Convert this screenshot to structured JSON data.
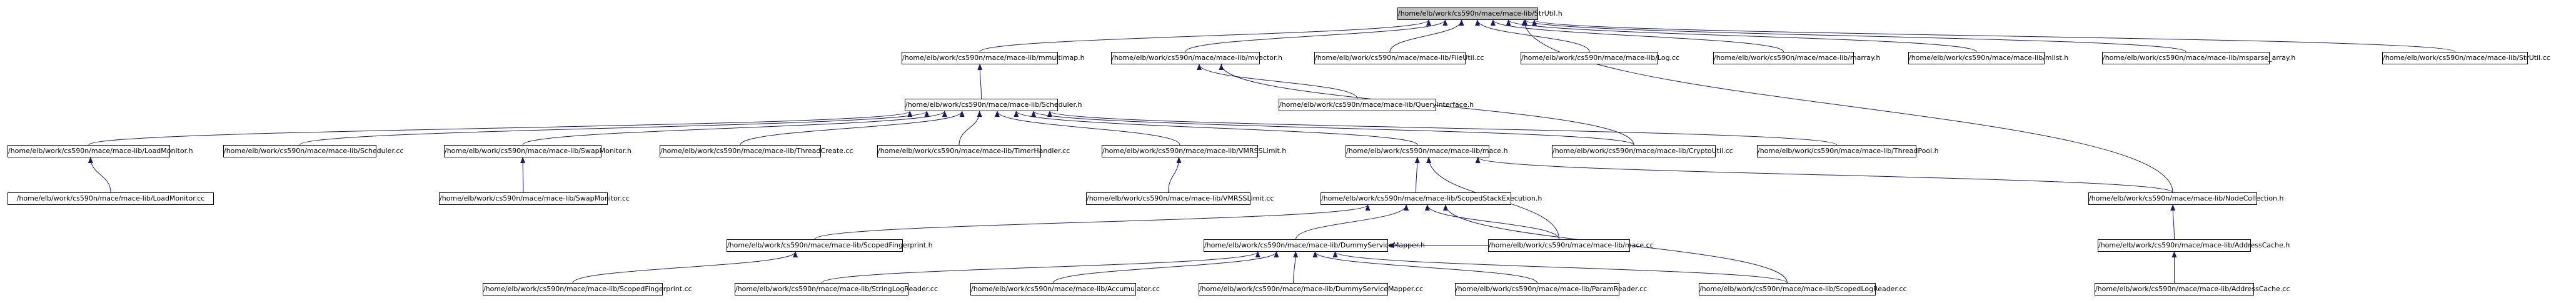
{
  "diagram": {
    "root_fill": "#bfbfbf",
    "node_fill": "#ffffff",
    "edge_color": "#191970",
    "nodes": [
      {
        "id": "StrUtil_h",
        "label": "/home/elb/work/cs590n/mace/mace-lib/StrUtil.h",
        "root": true
      },
      {
        "id": "mmultimap_h",
        "label": "/home/elb/work/cs590n/mace/mace-lib/mmultimap.h"
      },
      {
        "id": "mvector_h",
        "label": "/home/elb/work/cs590n/mace/mace-lib/mvector.h"
      },
      {
        "id": "FileUtil_cc",
        "label": "/home/elb/work/cs590n/mace/mace-lib/FileUtil.cc"
      },
      {
        "id": "Log_cc",
        "label": "/home/elb/work/cs590n/mace/mace-lib/Log.cc"
      },
      {
        "id": "marray_h",
        "label": "/home/elb/work/cs590n/mace/mace-lib/marray.h"
      },
      {
        "id": "mlist_h",
        "label": "/home/elb/work/cs590n/mace/mace-lib/mlist.h"
      },
      {
        "id": "msparse_array_h",
        "label": "/home/elb/work/cs590n/mace/mace-lib/msparse_array.h"
      },
      {
        "id": "StrUtil_cc",
        "label": "/home/elb/work/cs590n/mace/mace-lib/StrUtil.cc"
      },
      {
        "id": "QueryInterface_h",
        "label": "/home/elb/work/cs590n/mace/mace-lib/QueryInterface.h"
      },
      {
        "id": "Scheduler_h",
        "label": "/home/elb/work/cs590n/mace/mace-lib/Scheduler.h"
      },
      {
        "id": "LoadMonitor_h",
        "label": "/home/elb/work/cs590n/mace/mace-lib/LoadMonitor.h"
      },
      {
        "id": "Scheduler_cc",
        "label": "/home/elb/work/cs590n/mace/mace-lib/Scheduler.cc"
      },
      {
        "id": "SwapMonitor_h",
        "label": "/home/elb/work/cs590n/mace/mace-lib/SwapMonitor.h"
      },
      {
        "id": "ThreadCreate_cc",
        "label": "/home/elb/work/cs590n/mace/mace-lib/ThreadCreate.cc"
      },
      {
        "id": "TimerHandler_cc",
        "label": "/home/elb/work/cs590n/mace/mace-lib/TimerHandler.cc"
      },
      {
        "id": "VMRSSLimit_h",
        "label": "/home/elb/work/cs590n/mace/mace-lib/VMRSSLimit.h"
      },
      {
        "id": "mace_h",
        "label": "/home/elb/work/cs590n/mace/mace-lib/mace.h"
      },
      {
        "id": "CryptoUtil_cc",
        "label": "/home/elb/work/cs590n/mace/mace-lib/CryptoUtil.cc"
      },
      {
        "id": "ThreadPool_h",
        "label": "/home/elb/work/cs590n/mace/mace-lib/ThreadPool.h"
      },
      {
        "id": "LoadMonitor_cc",
        "label": "/home/elb/work/cs590n/mace/mace-lib/LoadMonitor.cc"
      },
      {
        "id": "SwapMonitor_cc",
        "label": "/home/elb/work/cs590n/mace/mace-lib/SwapMonitor.cc"
      },
      {
        "id": "VMRSSLimit_cc",
        "label": "/home/elb/work/cs590n/mace/mace-lib/VMRSSLimit.cc"
      },
      {
        "id": "ScopedStackExecution_h",
        "label": "/home/elb/work/cs590n/mace/mace-lib/ScopedStackExecution.h"
      },
      {
        "id": "NodeCollection_h",
        "label": "/home/elb/work/cs590n/mace/mace-lib/NodeCollection.h"
      },
      {
        "id": "ScopedFingerprint_h",
        "label": "/home/elb/work/cs590n/mace/mace-lib/ScopedFingerprint.h"
      },
      {
        "id": "DummyServiceMapper_h",
        "label": "/home/elb/work/cs590n/mace/mace-lib/DummyServiceMapper.h"
      },
      {
        "id": "mace_cc",
        "label": "/home/elb/work/cs590n/mace/mace-lib/mace.cc"
      },
      {
        "id": "AddressCache_h",
        "label": "/home/elb/work/cs590n/mace/mace-lib/AddressCache.h"
      },
      {
        "id": "ScopedFingerprint_cc",
        "label": "/home/elb/work/cs590n/mace/mace-lib/ScopedFingerprint.cc"
      },
      {
        "id": "StringLogReader_cc",
        "label": "/home/elb/work/cs590n/mace/mace-lib/StringLogReader.cc"
      },
      {
        "id": "Accumulator_cc",
        "label": "/home/elb/work/cs590n/mace/mace-lib/Accumulator.cc"
      },
      {
        "id": "DummyServiceMapper_cc",
        "label": "/home/elb/work/cs590n/mace/mace-lib/DummyServiceMapper.cc"
      },
      {
        "id": "ParamReader_cc",
        "label": "/home/elb/work/cs590n/mace/mace-lib/ParamReader.cc"
      },
      {
        "id": "ScopedLogReader_cc",
        "label": "/home/elb/work/cs590n/mace/mace-lib/ScopedLogReader.cc"
      },
      {
        "id": "AddressCache_cc",
        "label": "/home/elb/work/cs590n/mace/mace-lib/AddressCache.cc"
      }
    ],
    "edges": [
      {
        "from": "mmultimap_h",
        "to": "StrUtil_h"
      },
      {
        "from": "mvector_h",
        "to": "StrUtil_h"
      },
      {
        "from": "FileUtil_cc",
        "to": "StrUtil_h"
      },
      {
        "from": "Log_cc",
        "to": "StrUtil_h"
      },
      {
        "from": "marray_h",
        "to": "StrUtil_h"
      },
      {
        "from": "mlist_h",
        "to": "StrUtil_h"
      },
      {
        "from": "msparse_array_h",
        "to": "StrUtil_h"
      },
      {
        "from": "StrUtil_cc",
        "to": "StrUtil_h"
      },
      {
        "from": "NodeCollection_h",
        "to": "StrUtil_h"
      },
      {
        "from": "QueryInterface_h",
        "to": "mvector_h"
      },
      {
        "from": "CryptoUtil_cc",
        "to": "mvector_h"
      },
      {
        "from": "Scheduler_h",
        "to": "mmultimap_h"
      },
      {
        "from": "LoadMonitor_h",
        "to": "Scheduler_h"
      },
      {
        "from": "Scheduler_cc",
        "to": "Scheduler_h"
      },
      {
        "from": "SwapMonitor_h",
        "to": "Scheduler_h"
      },
      {
        "from": "ThreadCreate_cc",
        "to": "Scheduler_h"
      },
      {
        "from": "TimerHandler_cc",
        "to": "Scheduler_h"
      },
      {
        "from": "VMRSSLimit_h",
        "to": "Scheduler_h"
      },
      {
        "from": "mace_h",
        "to": "Scheduler_h"
      },
      {
        "from": "CryptoUtil_cc",
        "to": "Scheduler_h"
      },
      {
        "from": "ThreadPool_h",
        "to": "Scheduler_h"
      },
      {
        "from": "LoadMonitor_cc",
        "to": "LoadMonitor_h"
      },
      {
        "from": "SwapMonitor_cc",
        "to": "SwapMonitor_h"
      },
      {
        "from": "VMRSSLimit_cc",
        "to": "VMRSSLimit_h"
      },
      {
        "from": "ScopedStackExecution_h",
        "to": "mace_h"
      },
      {
        "from": "NodeCollection_h",
        "to": "mace_h"
      },
      {
        "from": "mace_cc",
        "to": "mace_h"
      },
      {
        "from": "ScopedFingerprint_h",
        "to": "ScopedStackExecution_h"
      },
      {
        "from": "DummyServiceMapper_h",
        "to": "ScopedStackExecution_h"
      },
      {
        "from": "mace_cc",
        "to": "ScopedStackExecution_h"
      },
      {
        "from": "ScopedLogReader_cc",
        "to": "ScopedStackExecution_h"
      },
      {
        "from": "AddressCache_h",
        "to": "NodeCollection_h"
      },
      {
        "from": "ScopedFingerprint_cc",
        "to": "ScopedFingerprint_h"
      },
      {
        "from": "StringLogReader_cc",
        "to": "DummyServiceMapper_h"
      },
      {
        "from": "Accumulator_cc",
        "to": "DummyServiceMapper_h"
      },
      {
        "from": "DummyServiceMapper_cc",
        "to": "DummyServiceMapper_h"
      },
      {
        "from": "ParamReader_cc",
        "to": "DummyServiceMapper_h"
      },
      {
        "from": "ScopedLogReader_cc",
        "to": "DummyServiceMapper_h"
      },
      {
        "from": "mace_cc",
        "to": "DummyServiceMapper_h"
      },
      {
        "from": "AddressCache_cc",
        "to": "AddressCache_h"
      }
    ]
  }
}
